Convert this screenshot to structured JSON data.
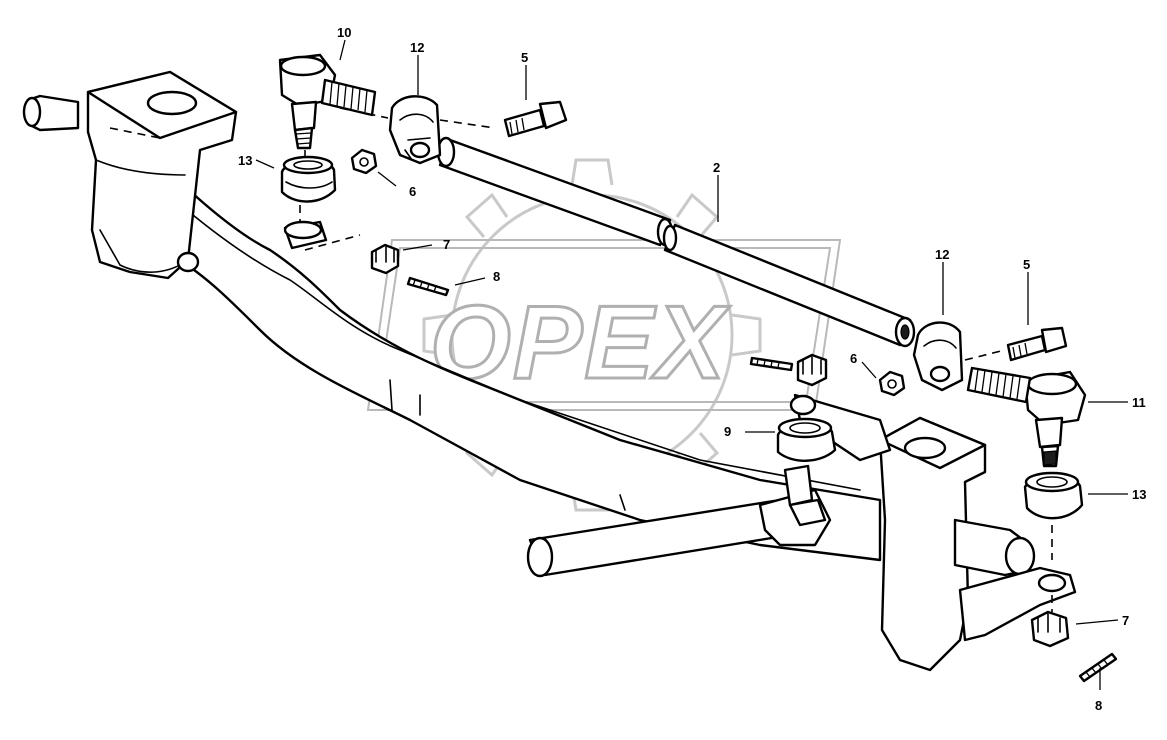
{
  "watermark": {
    "text": "OPEX"
  },
  "callouts": [
    "10",
    "12",
    "5",
    "2",
    "13",
    "6",
    "7",
    "8",
    "12",
    "5",
    "6",
    "11",
    "9",
    "13",
    "7",
    "8"
  ]
}
